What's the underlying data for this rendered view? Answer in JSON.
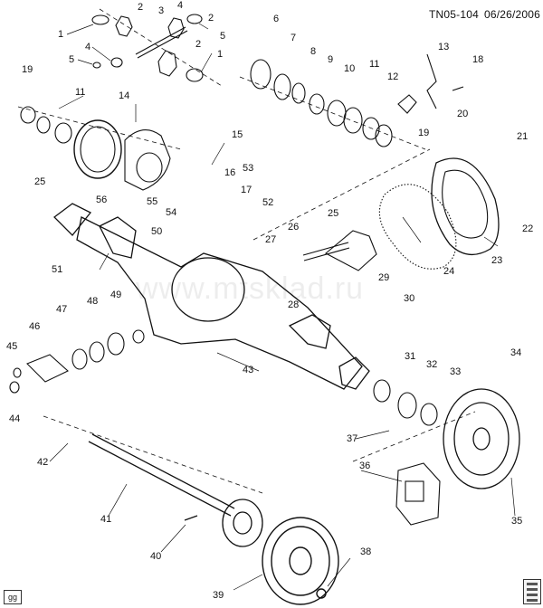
{
  "header": {
    "code": "TN05-104",
    "date": "06/26/2006"
  },
  "watermark": "www.mtsklad.ru",
  "corner_tag": "gg",
  "callouts": [
    {
      "label": "1"
    },
    {
      "label": "2"
    },
    {
      "label": "3"
    },
    {
      "label": "4"
    },
    {
      "label": "2"
    },
    {
      "label": "5"
    },
    {
      "label": "4"
    },
    {
      "label": "5"
    },
    {
      "label": "2"
    },
    {
      "label": "1"
    },
    {
      "label": "6"
    },
    {
      "label": "7"
    },
    {
      "label": "8"
    },
    {
      "label": "9"
    },
    {
      "label": "10"
    },
    {
      "label": "11"
    },
    {
      "label": "13"
    },
    {
      "label": "12"
    },
    {
      "label": "18"
    },
    {
      "label": "19"
    },
    {
      "label": "11"
    },
    {
      "label": "14"
    },
    {
      "label": "20"
    },
    {
      "label": "19"
    },
    {
      "label": "15"
    },
    {
      "label": "21"
    },
    {
      "label": "53"
    },
    {
      "label": "16"
    },
    {
      "label": "25"
    },
    {
      "label": "17"
    },
    {
      "label": "55"
    },
    {
      "label": "56"
    },
    {
      "label": "54"
    },
    {
      "label": "52"
    },
    {
      "label": "22"
    },
    {
      "label": "23"
    },
    {
      "label": "50"
    },
    {
      "label": "26"
    },
    {
      "label": "25"
    },
    {
      "label": "51"
    },
    {
      "label": "27"
    },
    {
      "label": "24"
    },
    {
      "label": "29"
    },
    {
      "label": "28"
    },
    {
      "label": "30"
    },
    {
      "label": "49"
    },
    {
      "label": "48"
    },
    {
      "label": "47"
    },
    {
      "label": "46"
    },
    {
      "label": "45"
    },
    {
      "label": "31"
    },
    {
      "label": "32"
    },
    {
      "label": "33"
    },
    {
      "label": "34"
    },
    {
      "label": "43"
    },
    {
      "label": "44"
    },
    {
      "label": "37"
    },
    {
      "label": "42"
    },
    {
      "label": "36"
    },
    {
      "label": "41"
    },
    {
      "label": "35"
    },
    {
      "label": "40"
    },
    {
      "label": "38"
    },
    {
      "label": "39"
    }
  ]
}
